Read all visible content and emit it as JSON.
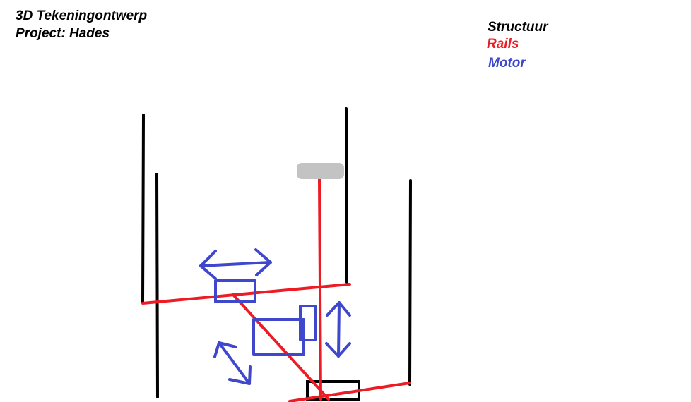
{
  "title": {
    "line1": "3D Tekeningontwerp",
    "line2": "Project: Hades"
  },
  "legend": [
    {
      "label": "Structuur",
      "color": "#000000"
    },
    {
      "label": "Rails",
      "color": "#ed1c24"
    },
    {
      "label": "Motor",
      "color": "#3f48cc"
    }
  ],
  "colors": {
    "structure": "#000000",
    "rails": "#ed1c24",
    "motor": "#3f48cc",
    "head": "#c3c3c3"
  }
}
